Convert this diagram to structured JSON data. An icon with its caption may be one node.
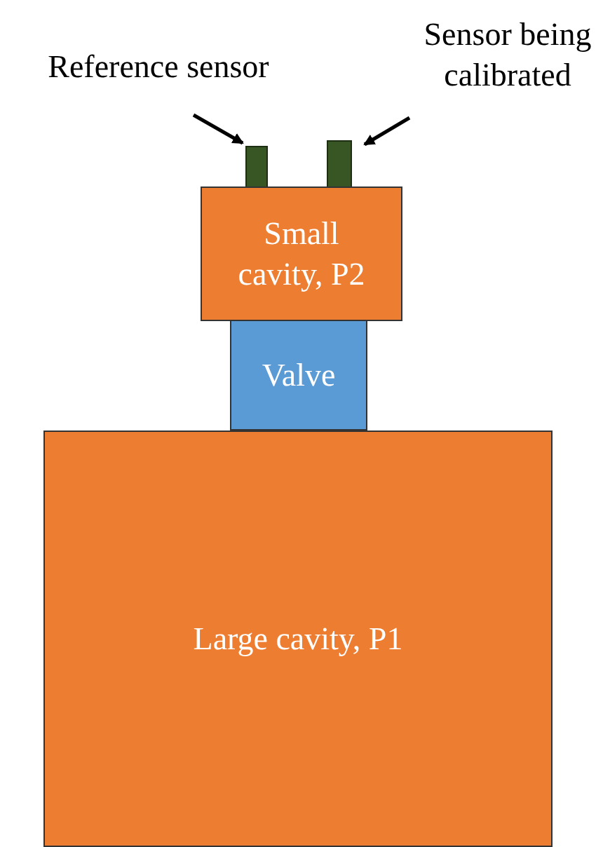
{
  "diagram": {
    "nodes": [
      {
        "text": [
          "Reference sensor"
        ]
      },
      {
        "text": [
          "Sensor being calibrated"
        ]
      },
      {
        "text": [],
        "shape": "box"
      },
      {
        "text": [],
        "shape": "box"
      },
      {
        "text": [
          "Small cavity, P2"
        ]
      },
      {
        "text": [
          "Valve"
        ]
      },
      {
        "text": [
          "Large cavity, P1"
        ]
      }
    ],
    "edges": [
      {
        "from": 0,
        "to": 2,
        "arrow": "to"
      },
      {
        "from": 1,
        "to": 3,
        "arrow": "to"
      }
    ]
  }
}
